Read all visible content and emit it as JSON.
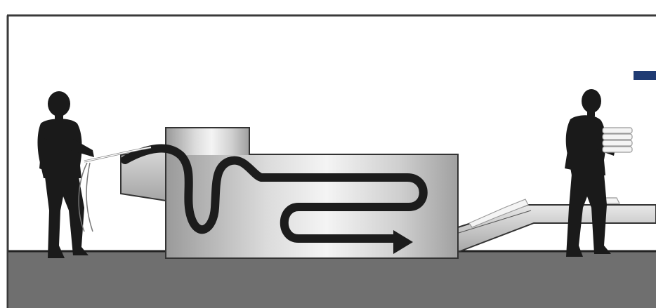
{
  "colors": {
    "background": "#ffffff",
    "frame": "#3a3a3a",
    "floor": "#6f6f6f",
    "floor_edge": "#222222",
    "machine_light": "#e6e6e6",
    "machine_dark": "#8c8c8c",
    "belt": "#1c1c1c",
    "silhouette": "#1a1a1a",
    "conveyor": "#cfcfcf",
    "accent_bar": "#1f3b73",
    "linen": "#f2f2f2"
  },
  "icons": {
    "left_figure": "worker-feeding-silhouette",
    "right_figure": "worker-collecting-silhouette",
    "machine": "tunnel-machine",
    "path": "serpentine-arrow-path",
    "folded_stack": "folded-linen-stack-icon",
    "accent": "blue-accent-bar"
  }
}
